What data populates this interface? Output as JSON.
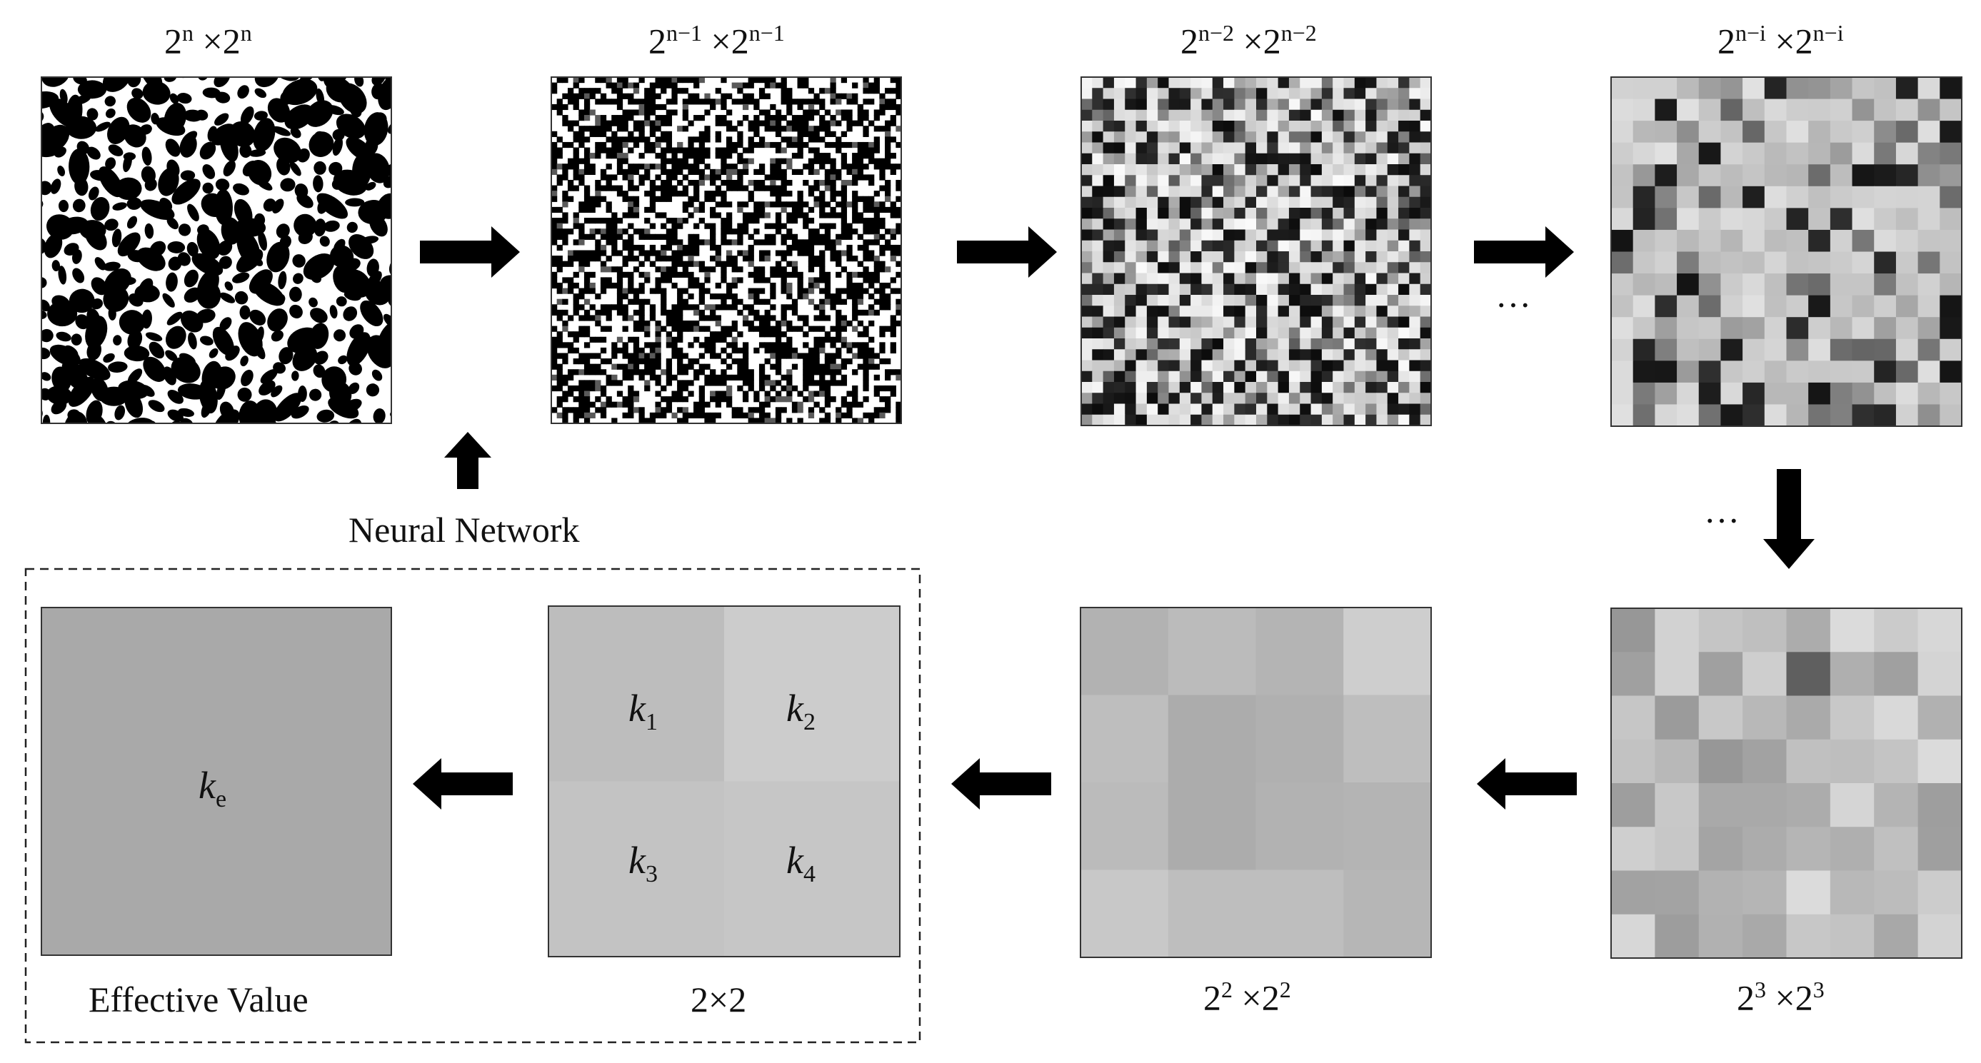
{
  "stage_labels": {
    "s0": {
      "base1": "2",
      "exp1": "n",
      "times": "×",
      "base2": "2",
      "exp2": "n"
    },
    "s1": {
      "base1": "2",
      "exp1": "n−1",
      "times": "×",
      "base2": "2",
      "exp2": "n−1"
    },
    "s2": {
      "base1": "2",
      "exp1": "n−2",
      "times": "×",
      "base2": "2",
      "exp2": "n−2"
    },
    "s3": {
      "base1": "2",
      "exp1": "n−i",
      "times": "×",
      "base2": "2",
      "exp2": "n−i"
    },
    "s4": {
      "base1": "2",
      "exp1": "3",
      "times": "×",
      "base2": "2",
      "exp2": "3"
    },
    "s5": {
      "base1": "2",
      "exp1": "2",
      "times": "×",
      "base2": "2",
      "exp2": "2"
    },
    "s6": {
      "text": "2×2"
    }
  },
  "neural_network_label": "Neural Network",
  "effective_value_label": "Effective Value",
  "ellipsis_top": "…",
  "ellipsis_right": "…",
  "k_cells": {
    "k1": {
      "main": "k",
      "sub": "1"
    },
    "k2": {
      "main": "k",
      "sub": "2"
    },
    "k3": {
      "main": "k",
      "sub": "3"
    },
    "k4": {
      "main": "k",
      "sub": "4"
    },
    "ke": {
      "main": "k",
      "sub": "e"
    }
  },
  "colors": {
    "arrow": "#000000",
    "panel_border": "#333333",
    "dashed_box": "#222222",
    "effective_fill": "#a9a9a9",
    "k1_fill": "#bdbdbd",
    "k2_fill": "#cccccc",
    "k3_fill": "#c3c3c3",
    "k4_fill": "#c6c6c6"
  },
  "icons": [
    "arrow-right-icon",
    "arrow-left-icon",
    "arrow-up-icon",
    "arrow-down-icon"
  ]
}
